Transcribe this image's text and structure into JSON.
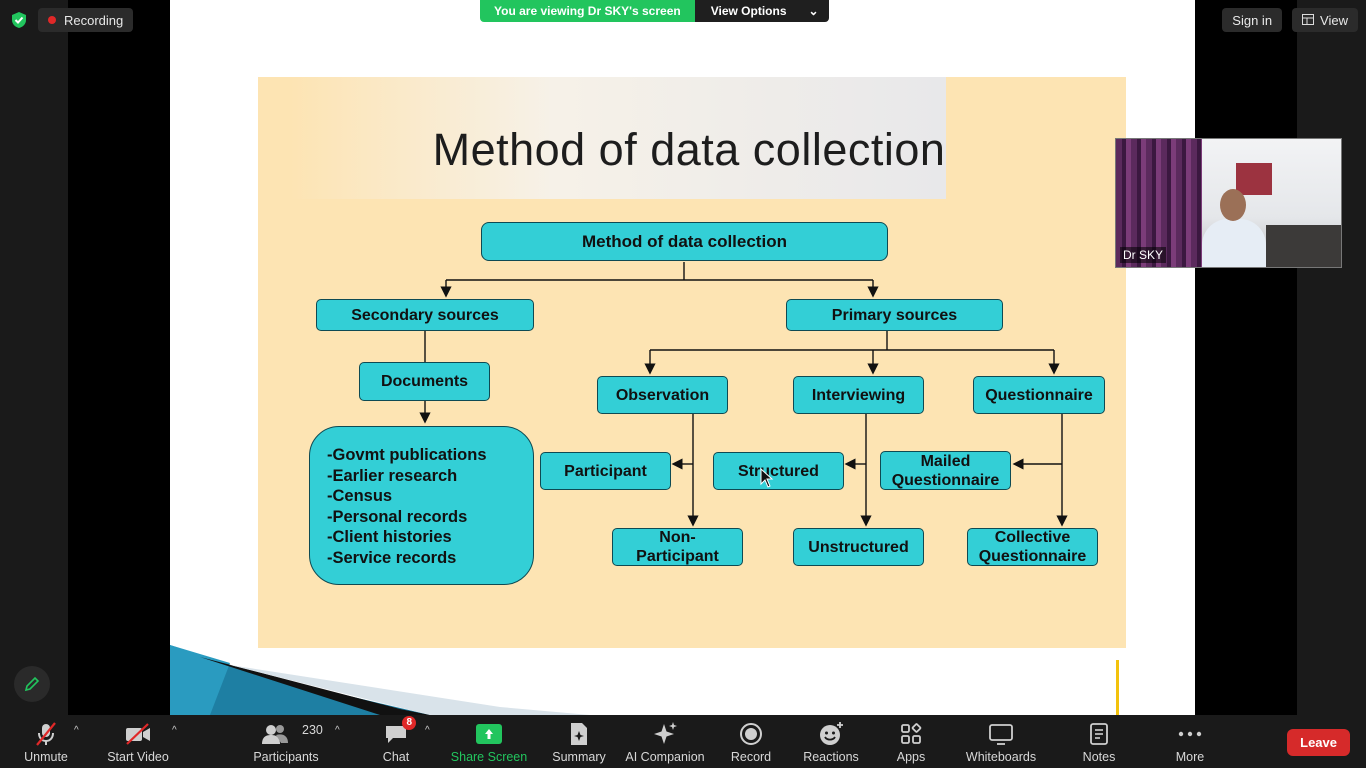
{
  "topbar": {
    "recording_label": "Recording",
    "viewing_label": "You are viewing Dr SKY's screen",
    "view_options_label": "View Options",
    "sign_in_label": "Sign in",
    "view_label": "View"
  },
  "slide": {
    "title": "Method of data collection",
    "root": "Method of data collection",
    "secondary": "Secondary sources",
    "primary": "Primary sources",
    "documents": "Documents",
    "document_types": "-Govmt publications\n-Earlier research\n-Census\n-Personal records\n-Client histories\n-Service records",
    "observation": "Observation",
    "interviewing": "Interviewing",
    "questionnaire": "Questionnaire",
    "participant": "Participant",
    "non_participant": "Non-\nParticipant",
    "structured": "Structured",
    "unstructured": "Unstructured",
    "mailed": "Mailed\nQuestionnaire",
    "collective": "Collective\nQuestionnaire",
    "colors": {
      "panel": "#fde4b3",
      "node": "#33cfd6",
      "node_border": "#0e4a53"
    }
  },
  "video": {
    "name": "Dr SKY"
  },
  "toolbar": {
    "unmute": "Unmute",
    "start_video": "Start Video",
    "participants": "Participants",
    "participants_count": "230",
    "chat": "Chat",
    "chat_badge": "8",
    "share_screen": "Share Screen",
    "summary": "Summary",
    "ai_companion": "AI Companion",
    "record": "Record",
    "reactions": "Reactions",
    "apps": "Apps",
    "whiteboards": "Whiteboards",
    "notes": "Notes",
    "more": "More",
    "leave": "Leave"
  }
}
